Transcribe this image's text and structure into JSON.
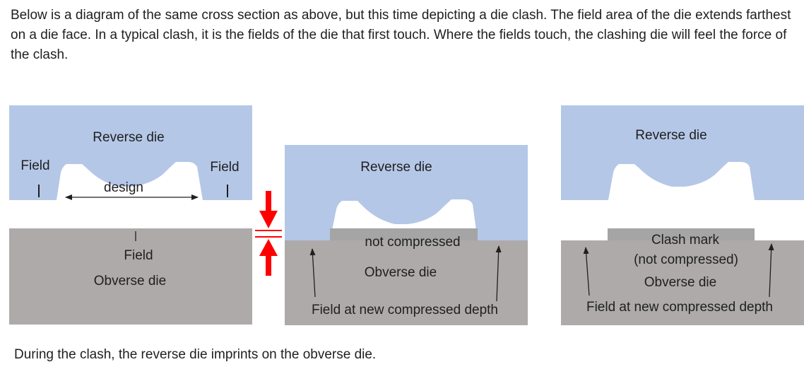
{
  "intro_text": "Below is a diagram of the same cross section as above, but this time depicting a die clash. The field area of the die extends farthest on a die face.  In a typical clash, it is the fields of the die that first touch.  Where the fields touch, the clashing die will feel the force of the clash.",
  "footer_text": "During the clash, the reverse die imprints on the obverse die.",
  "colors": {
    "reverse_die": "#b4c7e7",
    "obverse_die": "#aeaaaa",
    "clash_mark": "#a5a5a5",
    "force_arrow": "#ff0000",
    "text": "#1f1f1f"
  },
  "panel_before": {
    "reverse_label": "Reverse die",
    "field_left": "Field",
    "field_right": "Field",
    "design_label": "design",
    "obverse_field_label": "Field",
    "obverse_label": "Obverse die"
  },
  "panel_during": {
    "reverse_label": "Reverse die",
    "compression_label": "not compressed",
    "obverse_label": "Obverse die",
    "field_depth_label": "Field at new compressed depth"
  },
  "panel_after": {
    "reverse_label": "Reverse die",
    "clash_mark_label": "Clash mark",
    "clash_mark_sub": "(not compressed)",
    "obverse_label": "Obverse die",
    "field_depth_label": "Field at new compressed depth"
  }
}
